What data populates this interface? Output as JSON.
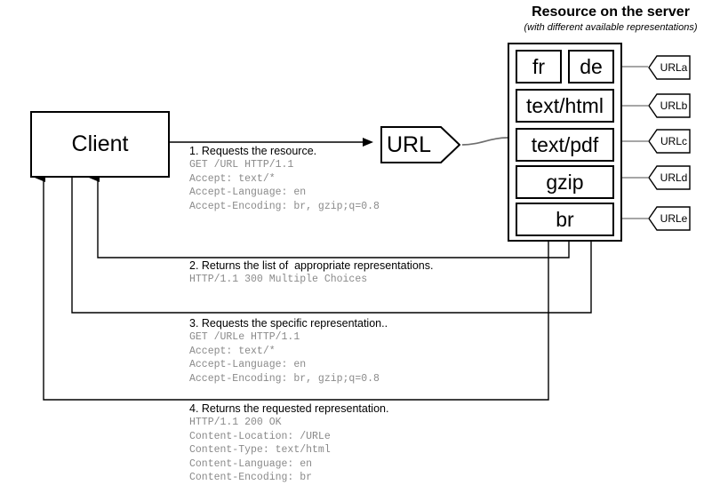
{
  "server": {
    "title": "Resource on the server",
    "subtitle": "(with different available representations)",
    "representations": [
      {
        "id": "fr",
        "label": "fr"
      },
      {
        "id": "de",
        "label": "de"
      },
      {
        "id": "text-html",
        "label": "text/html"
      },
      {
        "id": "text-pdf",
        "label": "text/pdf"
      },
      {
        "id": "gzip",
        "label": "gzip"
      },
      {
        "id": "br",
        "label": "br"
      }
    ],
    "urls": [
      {
        "id": "urla",
        "label": "URLa"
      },
      {
        "id": "urlb",
        "label": "URLb"
      },
      {
        "id": "urlc",
        "label": "URLc"
      },
      {
        "id": "urld",
        "label": "URLd"
      },
      {
        "id": "urle",
        "label": "URLe"
      }
    ]
  },
  "client": {
    "label": "Client"
  },
  "url_node": {
    "label": "URL"
  },
  "messages": [
    {
      "id": "request-resource",
      "head": "1. Requests the resource.",
      "body": "GET /URL HTTP/1.1\nAccept: text/*\nAccept-Language: en\nAccept-Encoding: br, gzip;q=0.8"
    },
    {
      "id": "returns-list",
      "head": "2. Returns the list of  appropriate representations.",
      "body": "HTTP/1.1 300 Multiple Choices"
    },
    {
      "id": "request-specific",
      "head": "3. Requests the specific representation..",
      "body": "GET /URLe HTTP/1.1\nAccept: text/*\nAccept-Language: en\nAccept-Encoding: br, gzip;q=0.8"
    },
    {
      "id": "returns-requested",
      "head": "4. Returns the requested representation.",
      "body": "HTTP/1.1 200 OK\nContent-Location: /URLe\nContent-Type: text/html\nContent-Language: en\nContent-Encoding: br"
    }
  ],
  "colors": {
    "stroke": "#000000",
    "mono_text": "#8a8a8a",
    "connector_gray": "#7d7d7d",
    "background": "#ffffff"
  }
}
